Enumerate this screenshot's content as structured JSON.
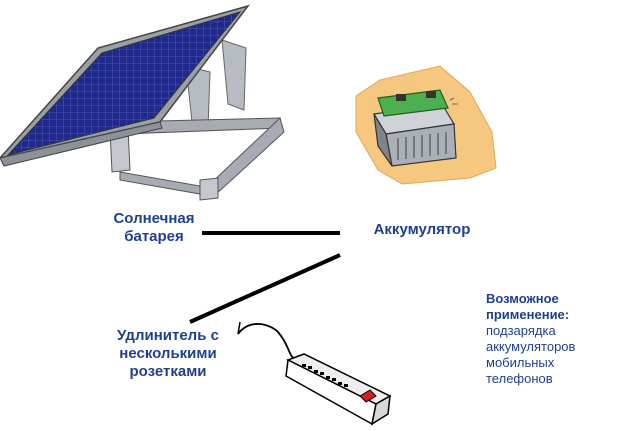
{
  "labels": {
    "solar_panel": [
      "Солнечная",
      "батарея"
    ],
    "battery": [
      "Аккумулятор"
    ],
    "power_strip": [
      "Удлинитель с",
      "несколькими",
      "розетками"
    ]
  },
  "usage_note": {
    "title": [
      "Возможное",
      "применение:"
    ],
    "lines": [
      "подзарядка",
      "аккумуляторов",
      "мобильных",
      "телефонов"
    ]
  },
  "colors": {
    "label_text": "#1f3f8f",
    "panel_cells": "#1f2a8c",
    "frame": "#a7abb3",
    "battery_pad": "#f6c77f",
    "wire": "#000000"
  }
}
